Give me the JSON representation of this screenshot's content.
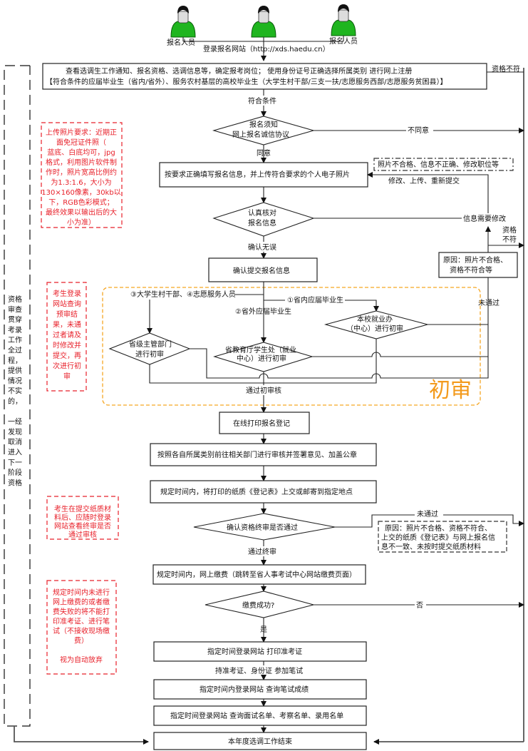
{
  "header": {
    "applicant_left": "报名人员",
    "applicant_right": "报名人员",
    "login_site": "登录报名网站（http://xds.haedu.cn）"
  },
  "steps": {
    "register_line1": "查看选调生工作通知、报名资格、选调信息等，确定报考岗位；  使用身份证号正确选择所属类别     进行网上注册",
    "register_line2": "【符合条件的应届毕业生（省内/省外）、服务农村基层的高校毕业生（大学生村干部/三支一扶/志愿服务西部/志愿服务贫困县）】",
    "qualified": "符合条件",
    "notice_line1": "报名须知",
    "notice_line2": "网上报名诚信协议",
    "agree": "同意",
    "disagree": "不同意",
    "fill_info": "按要求正确填写报名信息，并上传符合要求的个人电子照片",
    "fix_reasons": "照片不合格、信息不正确、修改职位等",
    "fix_action": "修改、上传、重新提交",
    "verify_line1": "认真核对",
    "verify_line2": "报名信息",
    "info_needs_fix": "信息需要修改",
    "confirmed": "确认无误",
    "submit": "确认提交报名信息",
    "reason_box_line1": "原因：照片不合格、",
    "reason_box_line2": "资格不符合等",
    "not_qualified_top": "资格不符",
    "not_qualified_mid_1": "资格",
    "not_qualified_mid_2": "不符",
    "not_passed": "未通过",
    "branch_34": "③大学生村干部、④志愿服务人员",
    "branch_1": "①省内应届毕业生",
    "branch_2": "②省外应届毕业生",
    "school_review_line1": "本校就业办",
    "school_review_line2": "（中心）进行初审",
    "province_dept_line1": "省级主管部门",
    "province_dept_line2": "进行初审",
    "edu_dept_line1": "省教育厅学生处（就业",
    "edu_dept_line2": "中心）进行初审",
    "passed_initial": "通过初审核",
    "initial_review_label": "初审",
    "print_reg": "在线打印报名登记",
    "dept_sign": "按照各自所属类别前往相关部门进行审核并签署意见、加盖公章",
    "submit_paper": "规定时间内，将打印的纸质《登记表》上交或邮寄到指定地点",
    "final_review": "确认资格终审是否通过",
    "final_fail": "未通过",
    "final_reason_line1": "原因：照片不合格、资格不符合、",
    "final_reason_line2": "上交的纸质《登记表》与网上报名信",
    "final_reason_line3": "息不一致、未按时提交纸质材料",
    "final_pass": "通过终审",
    "pay": "规定时间内，网上缴费（跳转至省人事考试中心网站缴费页面）",
    "pay_ok": "缴费成功?",
    "pay_no": "否",
    "pay_yes": "是",
    "print_ticket": "指定时间登录网站     打印准考证",
    "take_exam": "持准考证、身份证  参加笔试",
    "check_score": "指定时间内登录网站     查询笔试成绩",
    "check_lists": "指定时间登录网站 查询面试名单、考察名单、录用名单",
    "end": "本年度选调工作结束"
  },
  "notes": {
    "photo": [
      "上传照片要求：近期正",
      "面免冠证件照（",
      "蓝底、白底均可，jpg",
      "格式，利用图片软件制",
      "作时，照片宽高比例约",
      "为1.3:1.6，大小为",
      "130×160像素，30kb以",
      "下，RGB色彩模式；",
      "最终效果以输出后的大",
      "小为准）"
    ],
    "prereview": [
      "考生登录",
      "网站查询",
      "预审结",
      "果，未通",
      "过者请及",
      "时修改并",
      "提交，再",
      "次进行初",
      "审"
    ],
    "final_check": [
      "考生在提交纸质材",
      "料后、应随时登录",
      "网站查看终审是否",
      "通过审核"
    ],
    "payment": [
      "规定时间内未进行",
      "网上缴费的或者缴",
      "费失败的将不能打",
      "印准考证、进行笔",
      "试（不接收现场缴",
      "费）",
      "",
      "视为自动放弃"
    ],
    "side": [
      "资格",
      "审查",
      "贯穿",
      "考录",
      "工作",
      "全过",
      "程，",
      "提供",
      "情况",
      "不实",
      "的，",
      "",
      "一经",
      "发现",
      "取消",
      "进入",
      "下一",
      "阶段",
      "资格"
    ]
  },
  "colors": {
    "note_red": "#e8202a",
    "initial_orange": "#f39a1c",
    "person_green": "#1fb51f"
  }
}
